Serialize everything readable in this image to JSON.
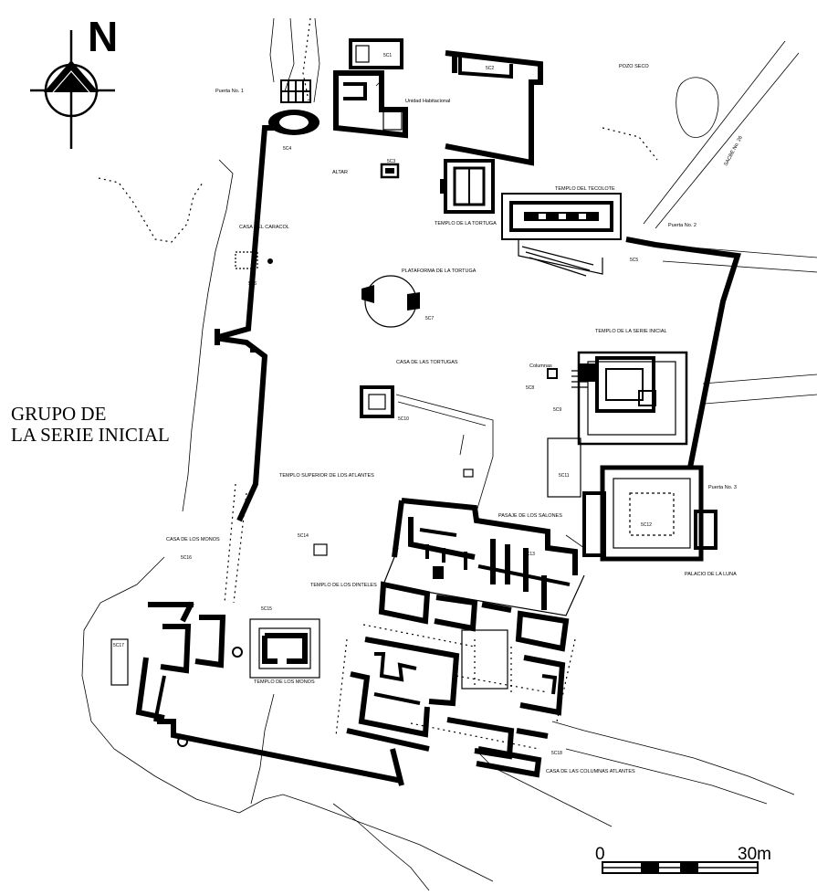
{
  "map": {
    "north_label": "N",
    "group_title_line1": "GRUPO DE",
    "group_title_line2": "LA SERIE INICIAL",
    "scale": {
      "start_label": "0",
      "end_label": "30m"
    },
    "place_labels": {
      "templo_del_tecolote": "TEMPLO DEL TECOLOTE",
      "templo_de_la_tortuga": "TEMPLO DE LA TORTUGA",
      "plataforma_de_la_tortuga": "PLATAFORMA DE LA TORTUGA",
      "templo_de_la_serie_inicial": "TEMPLO DE LA SERIE INICIAL",
      "casa_de_las_tortugas": "CASA DE LAS TORTUGAS",
      "templo_superior_atlantes": "TEMPLO SUPERIOR DE LOS ATLANTES",
      "palacio_de_la_luna": "PALACIO DE LA LUNA",
      "templo_de_los_monos": "TEMPLO DE LOS MONOS",
      "casa_de_los_monos": "CASA DE LOS MONOS",
      "casa_de_las_columnas_atlantes": "CASA DE LAS COLUMNAS ATLANTES",
      "templo_de_los_dinteles": "TEMPLO DE LOS DINTELES",
      "pozo_seco": "POZO SECO",
      "sacbe": "SACBE No. 26",
      "puerta_1": "Puerta No. 1",
      "puerta_2": "Puerta No. 2",
      "puerta_3": "Puerta No. 3",
      "altar": "ALTAR",
      "unidad_habitacional": "Unidad Habitacional",
      "columnas": "Columnas",
      "caracol": "CASA DEL CARACOL",
      "pasaje": "PASAJE DE LOS SALONES"
    },
    "structure_codes": [
      "5C1",
      "5C2",
      "5C3",
      "5C4",
      "5C5",
      "5C6",
      "5C7",
      "5C8",
      "5C9",
      "5C10",
      "5C11",
      "5C12",
      "5C13",
      "5C14",
      "5C15",
      "5C16",
      "5C17",
      "5C18"
    ]
  }
}
